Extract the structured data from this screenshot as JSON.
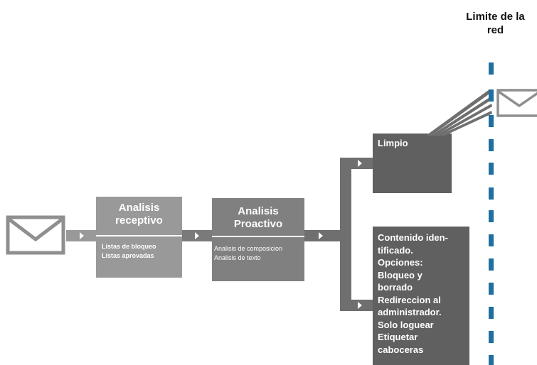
{
  "colors": {
    "box_light": "#999999",
    "box_mid": "#808080",
    "box_dark": "#606060",
    "pipe": "#6f6f6f",
    "boundary": "#1f6fa0"
  },
  "icons": [
    "envelope-icon",
    "envelope-icon"
  ],
  "boundary": {
    "label_line1": "Limite de la",
    "label_line2": "red"
  },
  "receptive": {
    "title_line1": "Analisis",
    "title_line2": "receptivo",
    "items": [
      "Listas de bloqueo",
      "Listas aprovadas"
    ]
  },
  "proactive": {
    "title_line1": "Analisis",
    "title_line2": "Proactivo",
    "items": [
      "Analisis de composicion",
      "Analisis de texto"
    ]
  },
  "clean": {
    "label": "Limpio"
  },
  "identified": {
    "lines": [
      "Contenido iden-",
      "tificado.",
      "Opciones:",
      "Bloqueo y",
      "borrado",
      "Redireccion al",
      "administrador.",
      "Solo loguear",
      "Etiquetar",
      "caboceras"
    ]
  }
}
